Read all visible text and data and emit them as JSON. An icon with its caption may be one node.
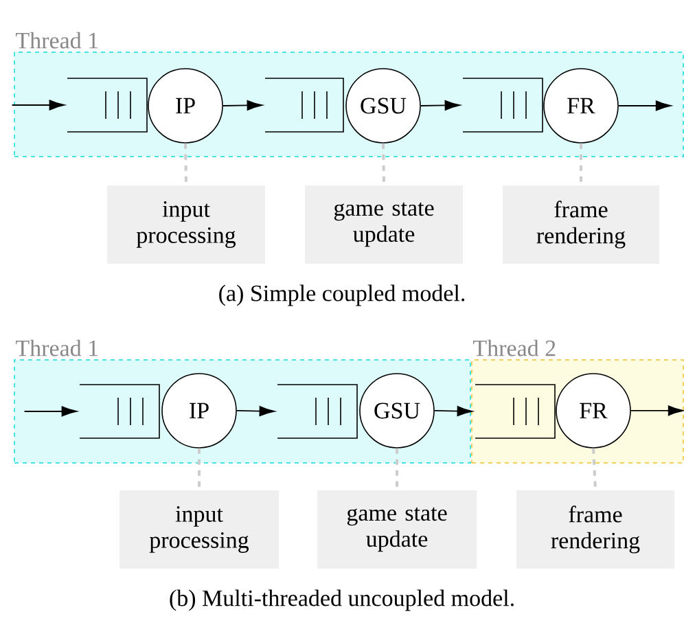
{
  "diagram": {
    "nodes": [
      {
        "text": [
          "Thread 1"
        ]
      },
      {
        "text": [],
        "shape": "box",
        "in": 0
      },
      {
        "text": [
          "IP"
        ],
        "in": 0
      },
      {
        "text": [],
        "shape": "box",
        "in": 0
      },
      {
        "text": [
          "GSU"
        ],
        "in": 0
      },
      {
        "text": [],
        "shape": "box",
        "in": 0
      },
      {
        "text": [
          "FR"
        ],
        "in": 0
      },
      {
        "text": [
          "input processing"
        ]
      },
      {
        "text": [
          "game state update"
        ]
      },
      {
        "text": [
          "frame rendering"
        ]
      },
      {
        "text": [
          "Thread 1"
        ]
      },
      {
        "text": [],
        "shape": "box",
        "in": 10
      },
      {
        "text": [
          "IP"
        ],
        "in": 10
      },
      {
        "text": [],
        "shape": "box",
        "in": 10
      },
      {
        "text": [
          "GSU"
        ],
        "in": 10
      },
      {
        "text": [
          "Thread 2"
        ]
      },
      {
        "text": [],
        "shape": "box",
        "in": 15
      },
      {
        "text": [
          "FR"
        ],
        "in": 15
      },
      {
        "text": [
          "input processing"
        ]
      },
      {
        "text": [
          "game state update"
        ]
      },
      {
        "text": [
          "frame rendering"
        ]
      }
    ],
    "edges": [
      {
        "from": null,
        "to": 1,
        "arrow": "to"
      },
      {
        "from": 2,
        "to": 3,
        "arrow": "to"
      },
      {
        "from": 4,
        "to": 5,
        "arrow": "to"
      },
      {
        "from": 6,
        "to": null,
        "arrow": "to"
      },
      {
        "from": 2,
        "to": 7,
        "arrow": "none",
        "style": "dashed",
        "color": "#cccccc"
      },
      {
        "from": 4,
        "to": 8,
        "arrow": "none",
        "style": "dashed",
        "color": "#cccccc"
      },
      {
        "from": 6,
        "to": 9,
        "arrow": "none",
        "style": "dashed",
        "color": "#cccccc"
      },
      {
        "from": null,
        "to": 11,
        "arrow": "to"
      },
      {
        "from": 12,
        "to": 13,
        "arrow": "to"
      },
      {
        "from": 14,
        "to": 16,
        "arrow": "to"
      },
      {
        "from": 17,
        "to": null,
        "arrow": "to"
      },
      {
        "from": 12,
        "to": 18,
        "arrow": "none",
        "style": "dashed",
        "color": "#cccccc"
      },
      {
        "from": 14,
        "to": 19,
        "arrow": "none",
        "style": "dashed",
        "color": "#cccccc"
      },
      {
        "from": 17,
        "to": 20,
        "arrow": "none",
        "style": "dashed",
        "color": "#cccccc"
      }
    ],
    "labels": [
      "(a) Simple coupled model.",
      "(b) Multi-threaded uncoupled model."
    ]
  }
}
